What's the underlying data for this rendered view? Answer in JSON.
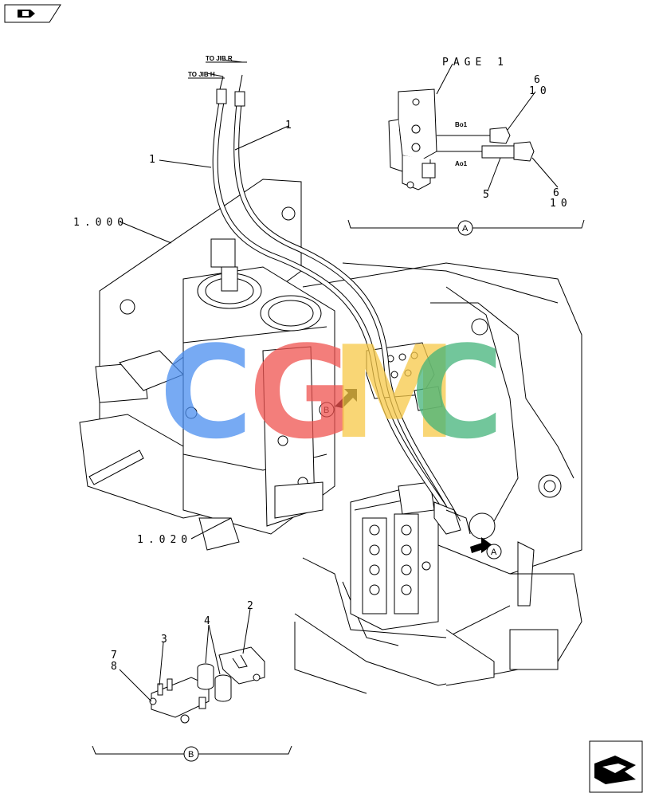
{
  "nav": {
    "back_icon": "hand-pointing-icon",
    "next_icon": "hand-pointing-right-icon"
  },
  "labels": {
    "to_jib_r": "TO JIB R",
    "to_jib_h": "TO JIB H",
    "page1": "PAGE 1",
    "bo1": "Bo1",
    "ao1": "Ao1",
    "ref_1000": "1.000",
    "ref_1020": "1.020"
  },
  "callouts": {
    "c1a": "1",
    "c1b": "1",
    "c6a": "6",
    "c10a": "10",
    "c5": "5",
    "c6b": "6",
    "c10b": "10",
    "c2": "2",
    "c3": "3",
    "c4": "4",
    "c7": "7",
    "c8": "8"
  },
  "views": {
    "A": "A",
    "B": "B"
  },
  "watermark": {
    "letters": [
      "C",
      "G",
      "M",
      "C"
    ],
    "colors": [
      "#4a8ef0",
      "#ef5350",
      "#f7c948",
      "#43b47a"
    ]
  }
}
